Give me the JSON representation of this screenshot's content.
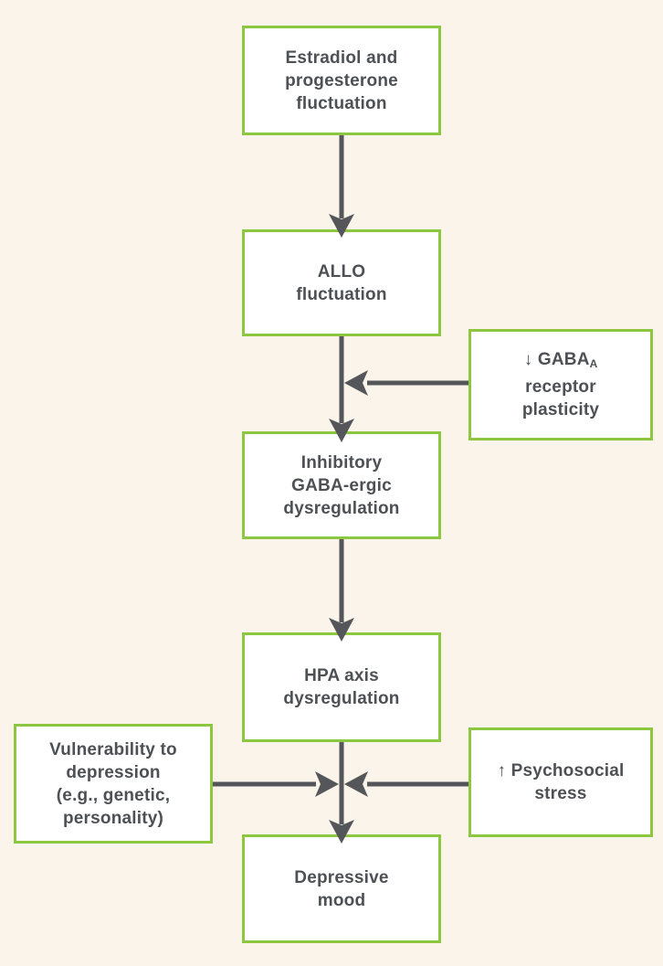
{
  "colors": {
    "background": "#faf4ea",
    "box-border": "#8dc63f",
    "box-fill": "#ffffff",
    "text": "#4d5054",
    "arrow": "#54565a"
  },
  "nodes": {
    "estradiol": {
      "lines": [
        "Estradiol and",
        "progesterone",
        "fluctuation"
      ]
    },
    "allo": {
      "lines": [
        "ALLO",
        "fluctuation"
      ]
    },
    "gaba_plasticity": {
      "line1_main": "↓ GABA",
      "line1_sub": "A",
      "lines": [
        "receptor",
        "plasticity"
      ]
    },
    "inhibitory_gaba": {
      "lines": [
        "Inhibitory",
        "GABA-ergic",
        "dysregulation"
      ]
    },
    "hpa_axis": {
      "lines": [
        "HPA axis",
        "dysregulation"
      ]
    },
    "vulnerability": {
      "lines": [
        "Vulnerability to",
        "depression",
        "(e.g., genetic,",
        "personality)"
      ]
    },
    "psychosocial": {
      "lines": [
        "↑ Psychosocial",
        "stress"
      ]
    },
    "depressive_mood": {
      "lines": [
        "Depressive",
        "mood"
      ]
    }
  }
}
